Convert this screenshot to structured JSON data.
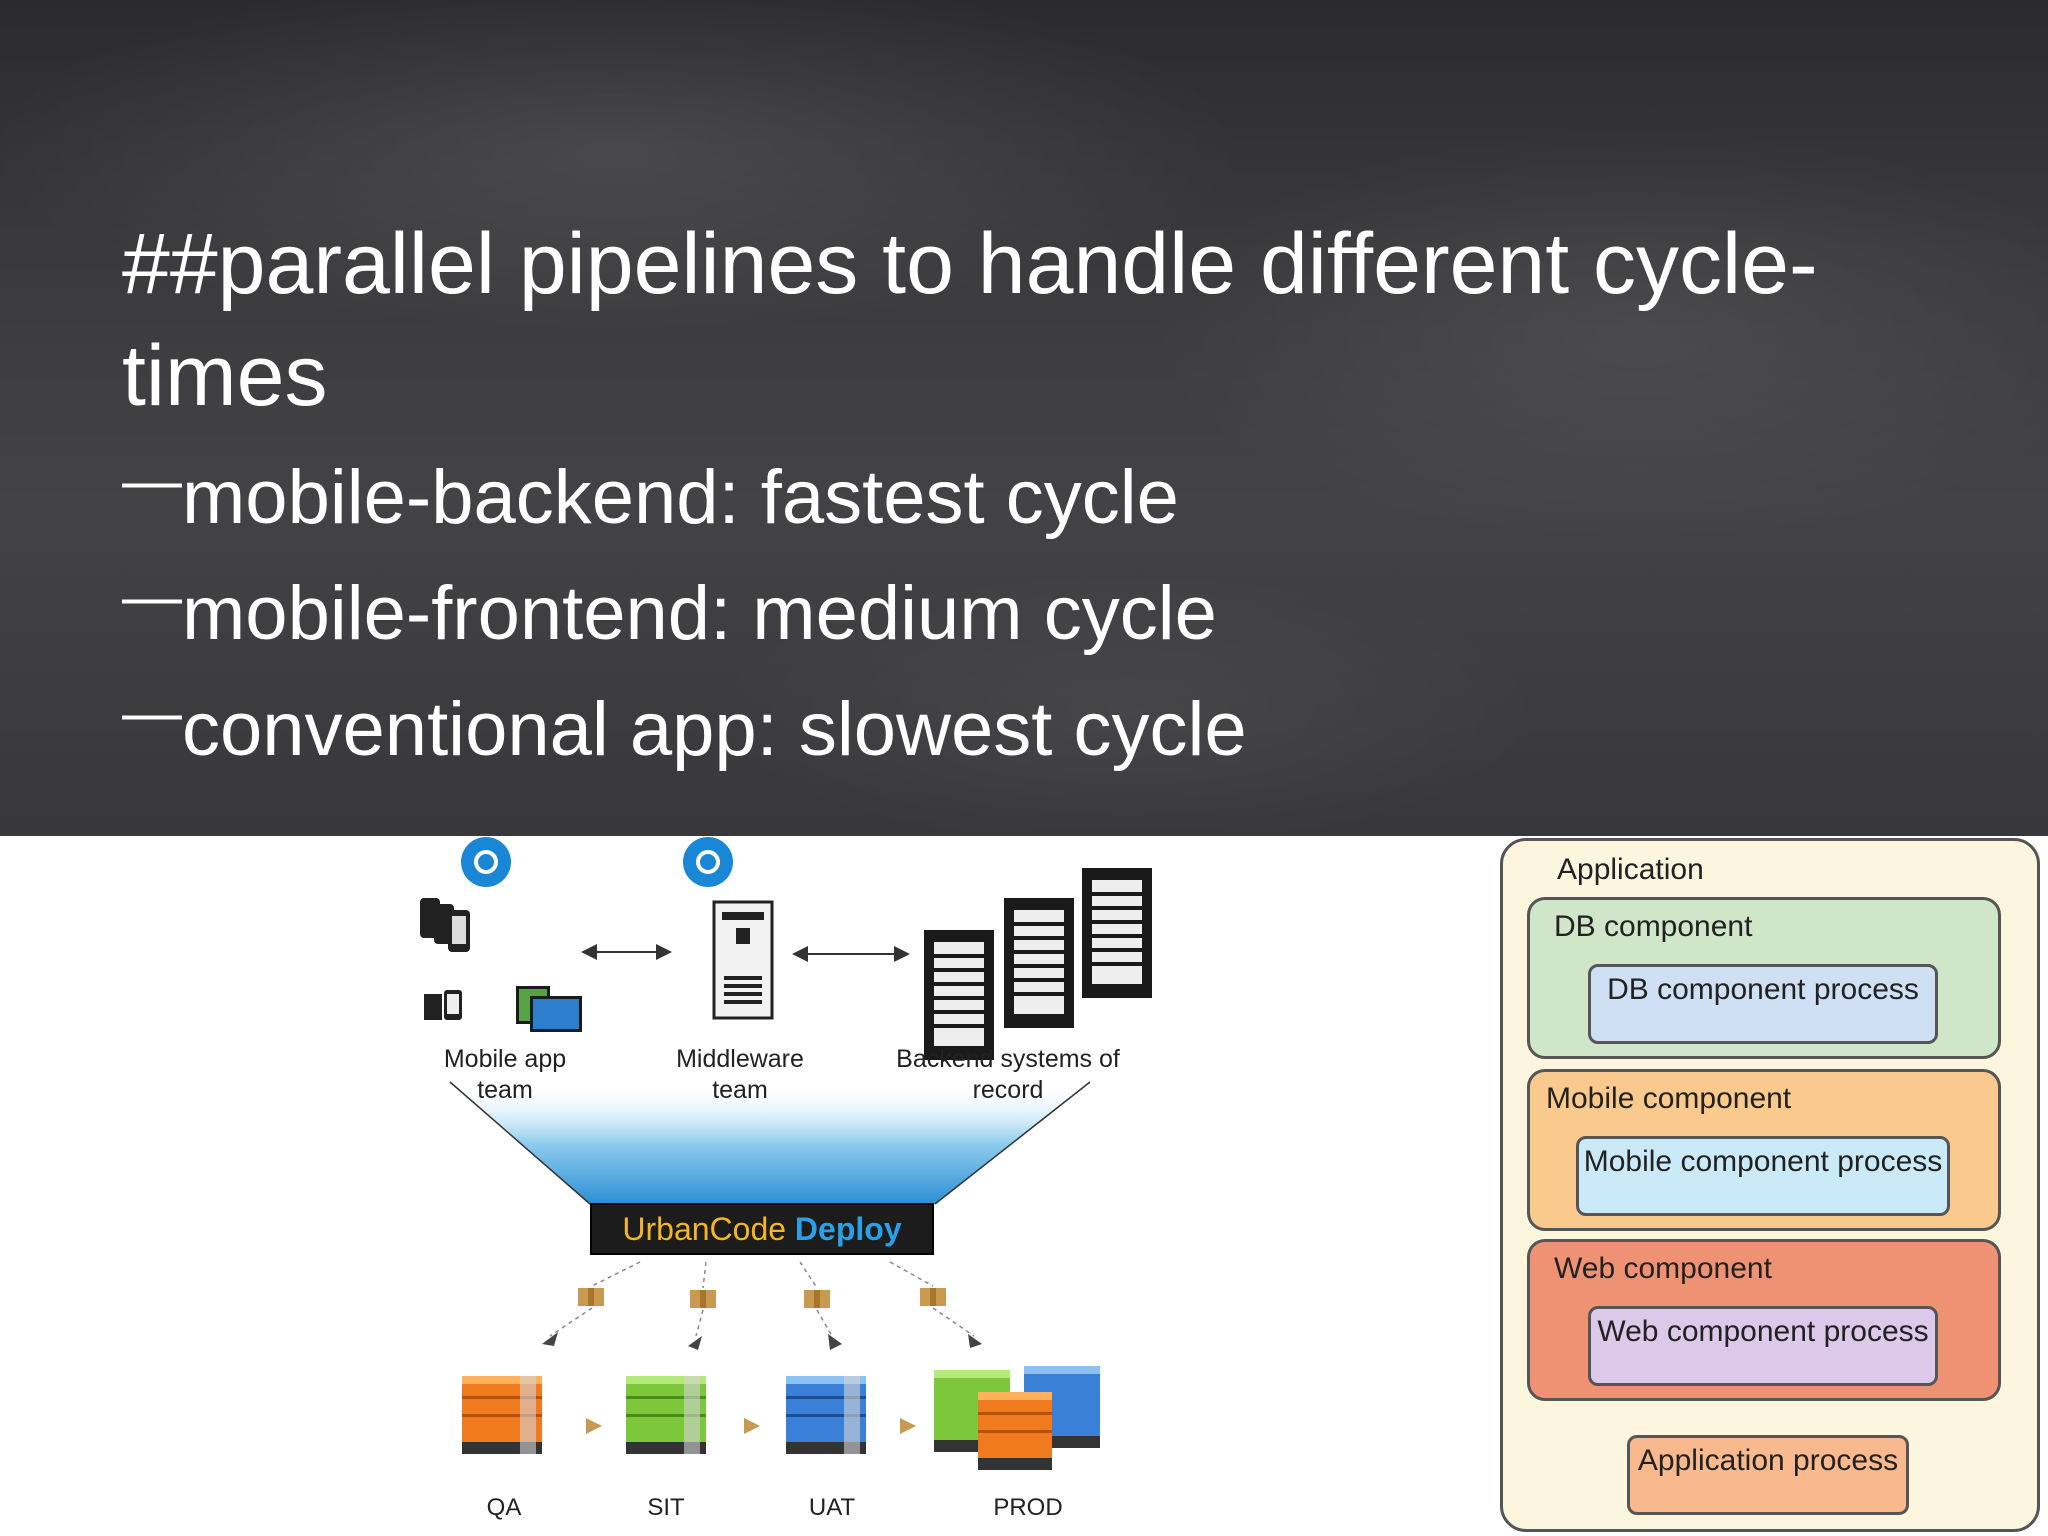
{
  "slide": {
    "title": "##parallel pipelines to handle different cycle-times",
    "bullets": [
      {
        "marker": "—",
        "text": "mobile-backend: fastest cycle"
      },
      {
        "marker": "—",
        "text": "mobile-frontend: medium cycle"
      },
      {
        "marker": "—",
        "text": "conventional app: slowest cycle"
      }
    ]
  },
  "deploy_diagram": {
    "teams": [
      {
        "line1": "Mobile app",
        "line2": "team"
      },
      {
        "line1": "Middleware",
        "line2": "team"
      },
      {
        "line1": "Backend systems of",
        "line2": "record"
      }
    ],
    "tool": {
      "part1": "UrbanCode",
      "part2": " Deploy"
    },
    "environments": [
      "QA",
      "SIT",
      "UAT",
      "PROD"
    ],
    "icons": [
      "mobile-devices-icon",
      "middleware-server-icon",
      "backend-servers-icon",
      "package-icon",
      "environment-server-icon"
    ],
    "colors": {
      "orange": "#f07a1e",
      "green": "#7cc73a",
      "blue": "#3a7fd8",
      "funnel": "#4aa6df"
    }
  },
  "app_model": {
    "title": "Application",
    "components": [
      {
        "name": "DB component",
        "process": "DB component process",
        "color": "#cfe6c8"
      },
      {
        "name": "Mobile component",
        "process": "Mobile component process",
        "color": "#f9c98e"
      },
      {
        "name": "Web component",
        "process": "Web component process",
        "color": "#ef9273"
      }
    ],
    "app_process": "Application process"
  }
}
